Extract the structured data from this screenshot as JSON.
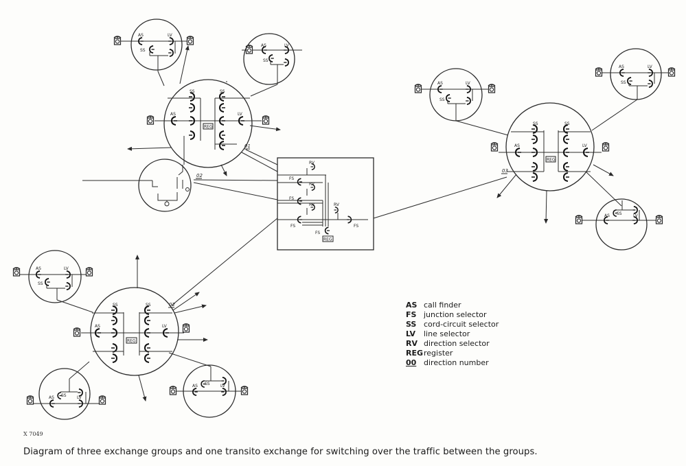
{
  "figure": {
    "number": "X 7049",
    "caption": "Diagram of three exchange groups and one transito exchange for switching over the traffic between the groups."
  },
  "legend": [
    {
      "code": "AS",
      "meaning": "call finder"
    },
    {
      "code": "FS",
      "meaning": "junction selector"
    },
    {
      "code": "SS",
      "meaning": "cord-circuit selector"
    },
    {
      "code": "LV",
      "meaning": "line selector"
    },
    {
      "code": "RV",
      "meaning": "direction selector"
    },
    {
      "code": "REG",
      "meaning": "register"
    },
    {
      "code": "00",
      "meaning": "direction number",
      "underlined": true
    }
  ],
  "diagram": {
    "main_exchange_labels": {
      "as": "AS",
      "ss": "SS",
      "lv": "LV",
      "reg": "REG"
    },
    "sub_exchange_labels": {
      "as": "AS",
      "ss": "SS",
      "lv": "LV"
    },
    "transit_labels": {
      "fs": "FS",
      "rv": "RV",
      "reg": "REG"
    },
    "direction_numbers": {
      "group_1": "01",
      "group_2": "02",
      "group_3": "03",
      "manual": "02"
    },
    "icons": {
      "subscriber": "telephone-icon",
      "selector": "selector-arc-icon"
    }
  }
}
